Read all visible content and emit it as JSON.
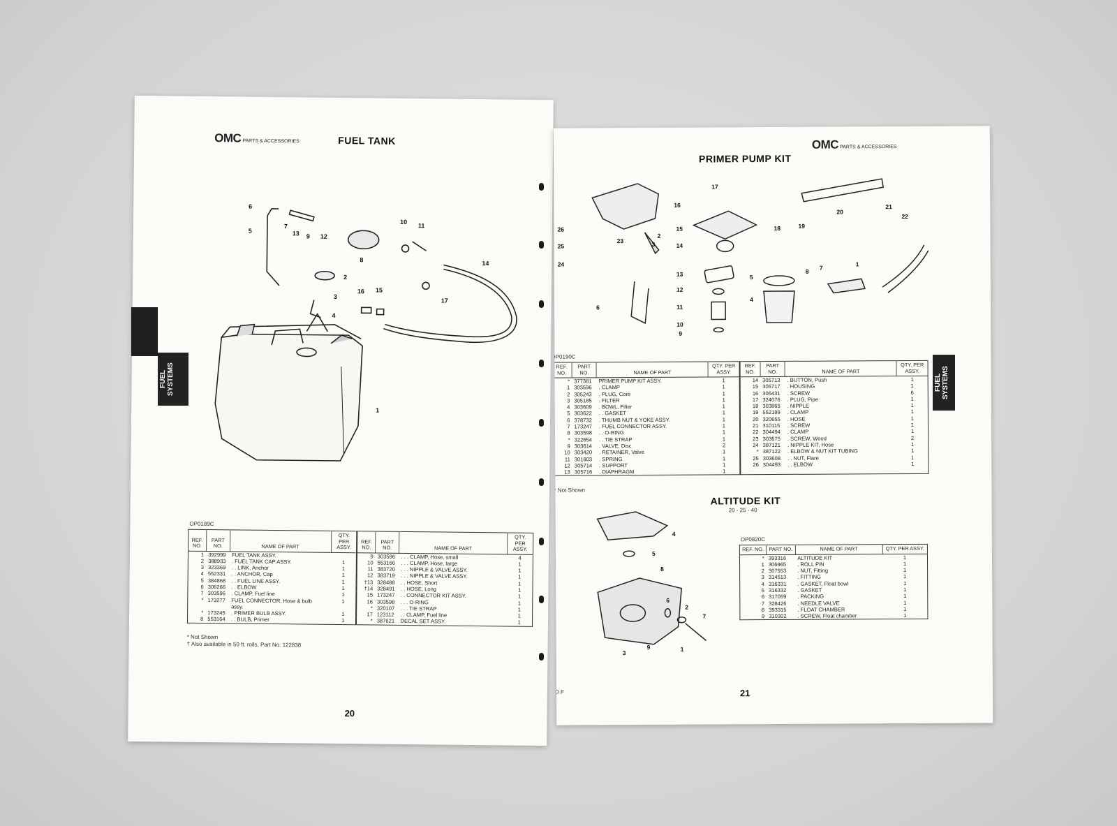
{
  "left_page": {
    "logo": "OMC",
    "logo_sub": "PARTS & ACCESSORIES",
    "title": "FUEL TANK",
    "tab": "FUEL SYSTEMS",
    "fig_code": "OP0189C",
    "page_number": "20",
    "callouts": [
      "1",
      "2",
      "3",
      "4",
      "5",
      "6",
      "7",
      "8",
      "9",
      "10",
      "11",
      "12",
      "13",
      "14",
      "15",
      "16",
      "17"
    ],
    "table": {
      "headers": [
        "REF. NO.",
        "PART NO.",
        "NAME OF PART",
        "QTY. PER ASSY."
      ],
      "rows_left": [
        [
          "1",
          "392999",
          "FUEL TANK ASSY.",
          ""
        ],
        [
          "2",
          "388933",
          ". FUEL TANK CAP ASSY.",
          "1"
        ],
        [
          "3",
          "323369",
          ". . LINK, Anchor",
          "1"
        ],
        [
          "4",
          "552331",
          ". . ANCHOR, Cap",
          "1"
        ],
        [
          "5",
          "384868",
          ". . FUEL LINE ASSY.",
          "1"
        ],
        [
          "6",
          "306266",
          ". . ELBOW",
          "1"
        ],
        [
          "7",
          "303596",
          ". CLAMP, Fuel line",
          "1"
        ],
        [
          "*",
          "173277",
          "FUEL CONNECTOR, Hose & bulb",
          "1"
        ],
        [
          "",
          "",
          "assy.",
          ""
        ],
        [
          "*",
          "173245",
          ". PRIMER BULB ASSY.",
          "1"
        ],
        [
          "8",
          "553164",
          ". . BULB, Primer",
          "1"
        ]
      ],
      "rows_right": [
        [
          "9",
          "303596",
          ". . . CLAMP, Hose, small",
          "4"
        ],
        [
          "10",
          "553166",
          ". . . CLAMP, Hose, large",
          "1"
        ],
        [
          "11",
          "383720",
          ". . . NIPPLE & VALVE ASSY.",
          "1"
        ],
        [
          "12",
          "383719",
          ". . . NIPPLE & VALVE ASSY.",
          "1"
        ],
        [
          "†13",
          "328488",
          ". . HOSE, Short",
          "1"
        ],
        [
          "†14",
          "328491",
          ". . HOSE, Long",
          "1"
        ],
        [
          "15",
          "173247",
          ". . CONNECTOR KIT ASSY.",
          "1"
        ],
        [
          "16",
          "303598",
          ". . . O-RING",
          "1"
        ],
        [
          "*",
          "320107",
          ". . . TIE STRAP",
          "1"
        ],
        [
          "17",
          "123112",
          ". . CLAMP, Fuel line",
          "1"
        ],
        [
          "*",
          "387621",
          "DECAL SET ASSY.",
          "1"
        ]
      ]
    },
    "notes": [
      "* Not Shown",
      "† Also available in 50 ft. rolls, Part No. 122838"
    ]
  },
  "right_page": {
    "logo": "OMC",
    "logo_sub": "PARTS & ACCESSORIES",
    "title": "PRIMER PUMP KIT",
    "tab": "FUEL SYSTEMS",
    "fig_code": "OP0190C",
    "callouts": [
      "1",
      "2",
      "3",
      "4",
      "5",
      "6",
      "7",
      "8",
      "9",
      "10",
      "11",
      "12",
      "13",
      "14",
      "15",
      "16",
      "17",
      "18",
      "19",
      "20",
      "21",
      "22",
      "23",
      "24",
      "25",
      "26"
    ],
    "table": {
      "headers": [
        "REF. NO.",
        "PART NO.",
        "NAME OF PART",
        "QTY. PER ASSY."
      ],
      "rows_left": [
        [
          "*",
          "377381",
          "PRIMER PUMP KIT ASSY.",
          "1"
        ],
        [
          "1",
          "303596",
          ". CLAMP",
          "1"
        ],
        [
          "2",
          "305243",
          ". PLUG, Core",
          "1"
        ],
        [
          "3",
          "305185",
          ". FILTER",
          "1"
        ],
        [
          "4",
          "303609",
          ". BOWL, Filter",
          "1"
        ],
        [
          "5",
          "303622",
          ". . GASKET",
          "1"
        ],
        [
          "6",
          "378732",
          ". THUMB NUT & YOKE ASSY.",
          "1"
        ],
        [
          "7",
          "173247",
          ". FUEL CONNECTOR ASSY.",
          "1"
        ],
        [
          "8",
          "303598",
          ". . O-RING",
          "1"
        ],
        [
          "*",
          "322654",
          ". . TIE STRAP",
          "1"
        ],
        [
          "9",
          "303614",
          ". VALVE, Disc",
          "2"
        ],
        [
          "10",
          "303420",
          ". RETAINER, Valve",
          "1"
        ],
        [
          "11",
          "301803",
          ". SPRING",
          "1"
        ],
        [
          "12",
          "305714",
          ". SUPPORT",
          "1"
        ],
        [
          "13",
          "305716",
          ". DIAPHRAGM",
          "1"
        ]
      ],
      "rows_right": [
        [
          "14",
          "305713",
          ". BUTTON, Push",
          "1"
        ],
        [
          "15",
          "305717",
          ". HOUSING",
          "1"
        ],
        [
          "16",
          "306431",
          ". SCREW",
          "6"
        ],
        [
          "17",
          "324076",
          ". PLUG, Pipe",
          "1"
        ],
        [
          "18",
          "303865",
          ". NIPPLE",
          "1"
        ],
        [
          "19",
          "552199",
          ". CLAMP",
          "1"
        ],
        [
          "20",
          "320655",
          ". HOSE",
          "1"
        ],
        [
          "21",
          "310115",
          ". SCREW",
          "1"
        ],
        [
          "22",
          "304494",
          ". CLAMP",
          "1"
        ],
        [
          "23",
          "303675",
          ". SCREW, Wood",
          "2"
        ],
        [
          "24",
          "387121",
          ". NIPPLE KIT, Hose",
          "1"
        ],
        [
          "*",
          "387122",
          ". ELBOW & NUT KIT TUBING",
          "1"
        ],
        [
          "25",
          "303608",
          ". . NUT, Flare",
          "1"
        ],
        [
          "26",
          "304493",
          ". . ELBOW",
          "1"
        ]
      ]
    },
    "note": "* Not Shown",
    "altitude": {
      "title": "ALTITUDE KIT",
      "subtitle": "20 - 25 - 40",
      "fig_code": "OP0820C",
      "callouts": [
        "1",
        "2",
        "3",
        "4",
        "5",
        "6",
        "7",
        "8",
        "9"
      ],
      "headers": [
        "REF. NO.",
        "PART NO.",
        "NAME OF PART",
        "QTY. PER ASSY."
      ],
      "rows": [
        [
          "*",
          "393316",
          "ALTITUDE KIT",
          "1"
        ],
        [
          "1",
          "306965",
          ". ROLL PIN",
          "1"
        ],
        [
          "2",
          "307553",
          ". NUT, Fitting",
          "1"
        ],
        [
          "3",
          "314513",
          ". FITTING",
          "1"
        ],
        [
          "4",
          "316331",
          ". GASKET, Float bowl",
          "1"
        ],
        [
          "5",
          "316332",
          ". GASKET",
          "1"
        ],
        [
          "6",
          "317059",
          ". PACKING",
          "1"
        ],
        [
          "7",
          "328426",
          ". NEEDLE VALVE",
          "1"
        ],
        [
          "8",
          "393315",
          ". FLOAT CHAMBER",
          "1"
        ],
        [
          "9",
          "310302",
          ". SCREW, Float chamber",
          "1"
        ]
      ]
    },
    "footer_left": "D.F",
    "page_number": "21"
  }
}
